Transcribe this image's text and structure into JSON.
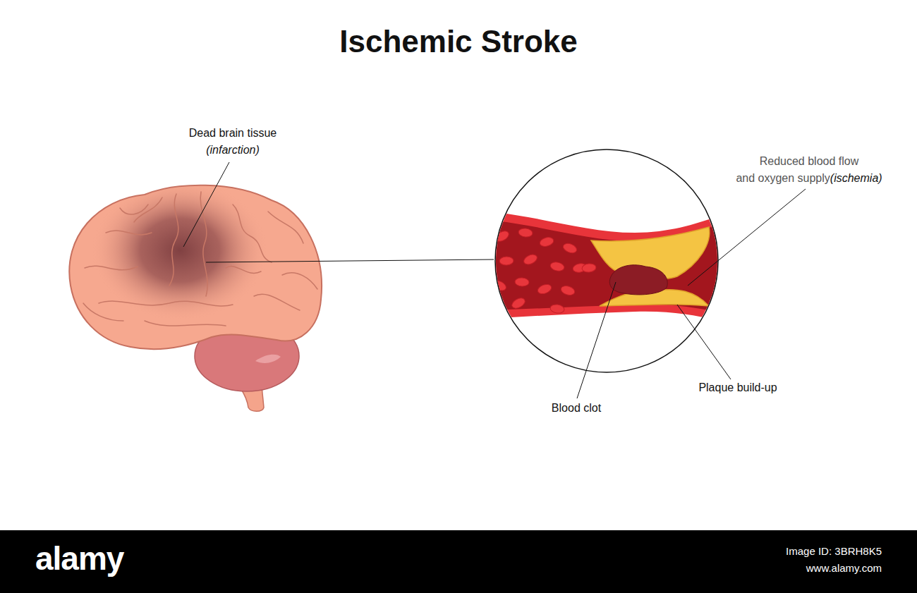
{
  "diagram": {
    "title": "Ischemic Stroke",
    "labels": [
      "Dead brain tissue",
      "(infarction)",
      "Reduced blood flow",
      "and oxygen supply",
      "(ischemia)",
      "Blood clot",
      "Plaque build-up",
      "alamy",
      "Image ID: 3BRH8K5",
      "www.alamy.com"
    ]
  }
}
